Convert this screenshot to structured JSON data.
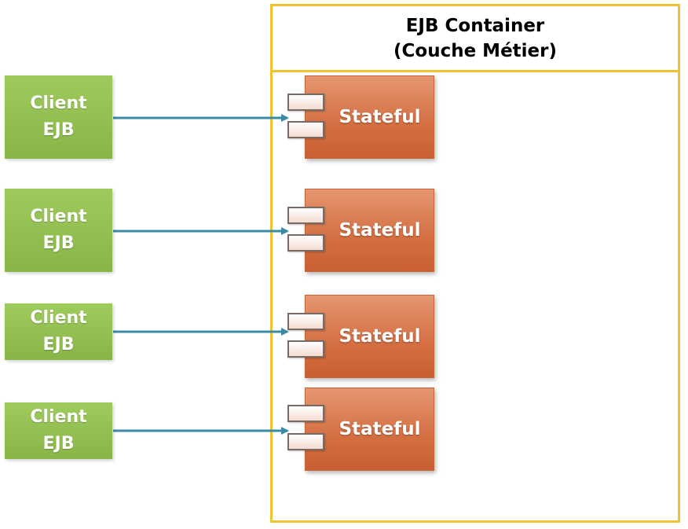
{
  "container": {
    "title_line1": "EJB Container",
    "title_line2": "(Couche Métier)"
  },
  "rows": [
    {
      "client_line1": "Client",
      "client_line2": "EJB",
      "bean_label": "Stateful"
    },
    {
      "client_line1": "Client",
      "client_line2": "EJB",
      "bean_label": "Stateful"
    },
    {
      "client_line1": "Client",
      "client_line2": "EJB",
      "bean_label": "Stateful"
    },
    {
      "client_line1": "Client",
      "client_line2": "EJB",
      "bean_label": "Stateful"
    }
  ],
  "colors": {
    "container_border": "#f2c233",
    "client_fill": "#93c052",
    "bean_fill": "#d8774a",
    "arrow": "#3b8aa6"
  }
}
